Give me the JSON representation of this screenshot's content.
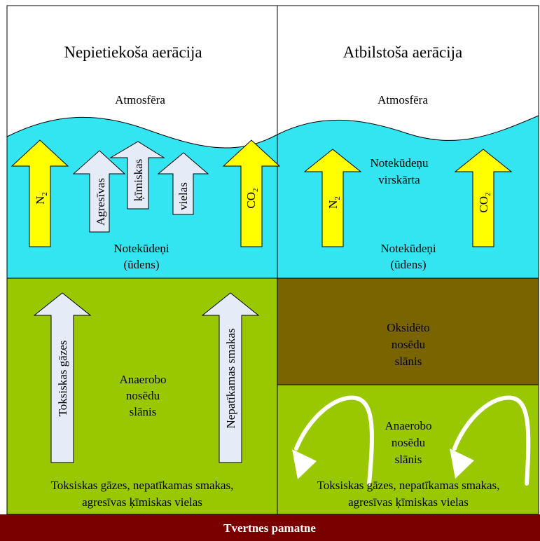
{
  "left_panel": {
    "title": "Nepietiekoša aerācija",
    "atmosphere": "Atmosfēra",
    "water_label_line1": "Notekūdeņi",
    "water_label_line2": "(ūdens)",
    "gas_arrows": [
      {
        "base": "N",
        "subscript": "2"
      },
      {
        "base": "CO",
        "subscript": "2"
      }
    ],
    "chemical_arrows": [
      "Agresīvas",
      "ķīmiskas",
      "vielas"
    ],
    "sediment_arrows": [
      "Toksiskas gāzes",
      "Nepatīkamas smakas"
    ],
    "sediment_label": [
      "Anaerobo",
      "nosēdu",
      "slānis"
    ],
    "bottom_line1": "Toksiskas gāzes, nepatīkamas smakas,",
    "bottom_line2": "agresīvas ķīmiskas vielas"
  },
  "right_panel": {
    "title": "Atbilstoša aerācija",
    "atmosphere": "Atmosfēra",
    "surface_line1": "Notekūdeņu",
    "surface_line2": "virskārta",
    "water_label_line1": "Notekūdeņi",
    "water_label_line2": "(ūdens)",
    "gas_arrows": [
      {
        "base": "N",
        "subscript": "2"
      },
      {
        "base": "CO",
        "subscript": "2"
      }
    ],
    "oxidized_label": [
      "Oksidēto",
      "nosēdu",
      "slānis"
    ],
    "anaerobic_label": [
      "Anaerobo",
      "nosēdu",
      "slānis"
    ],
    "bottom_line1": "Toksiskas gāzes, nepatīkamas smakas,",
    "bottom_line2": "agresīvas ķīmiskas vielas"
  },
  "base_label": "Tvertnes pamatne",
  "colors": {
    "water": "#33E5F0",
    "sediment_green": "#99C800",
    "oxidized_brown": "#7A6400",
    "base_red": "#7A0000",
    "gas_arrow_fill": "#FFFF00",
    "pale_arrow_fill": "#E5ECF8"
  }
}
